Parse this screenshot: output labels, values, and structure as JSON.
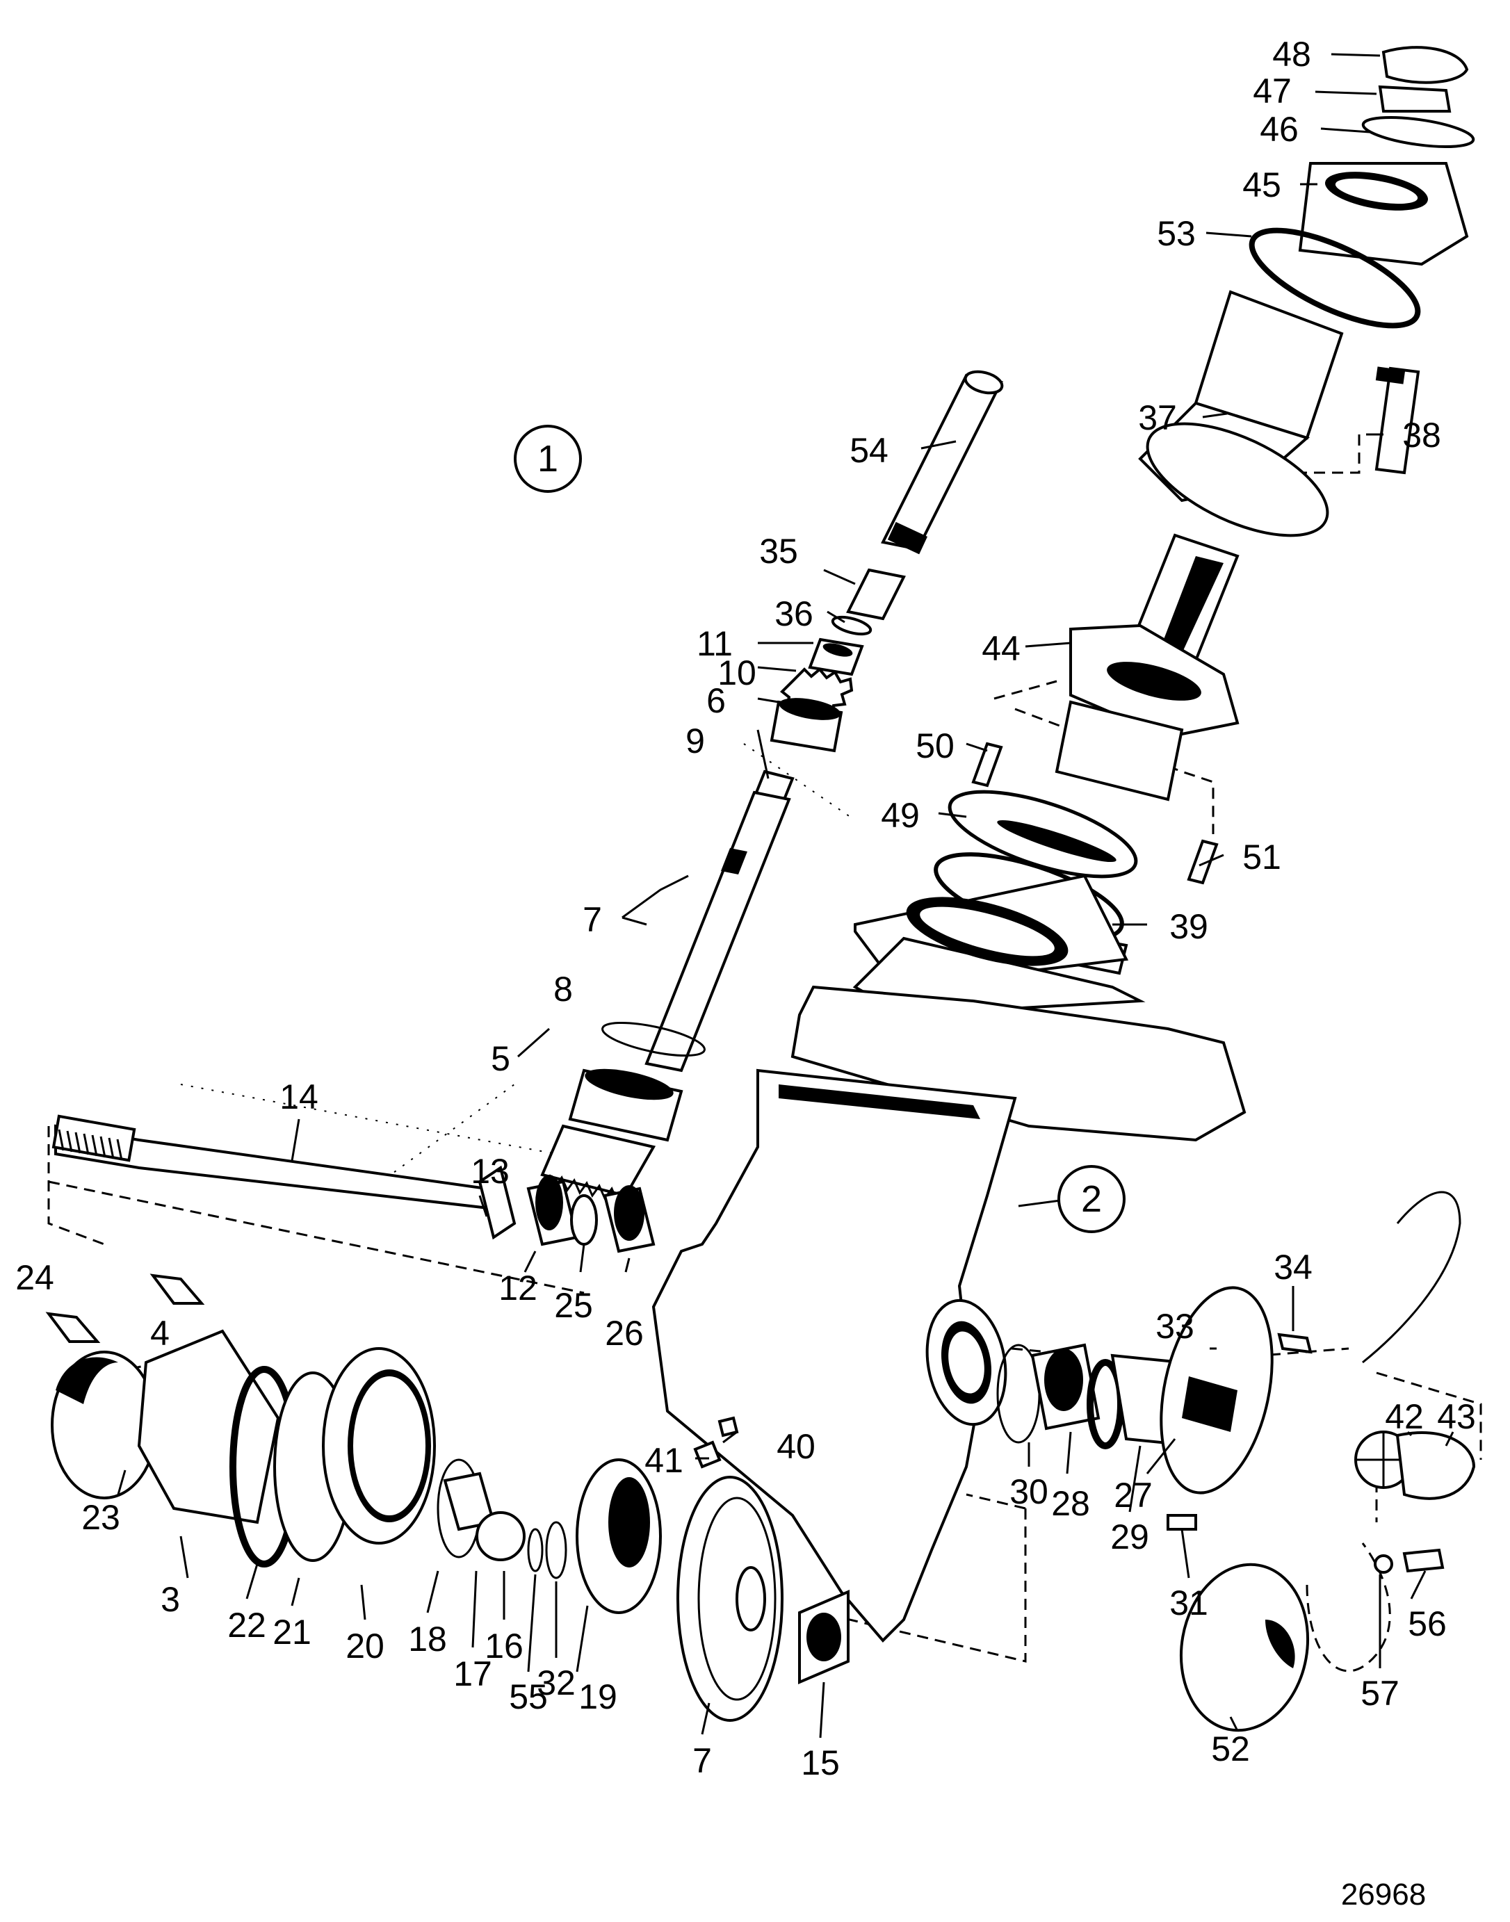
{
  "labels": [
    {
      "id": "48",
      "text": "48"
    },
    {
      "id": "47",
      "text": "47"
    },
    {
      "id": "46",
      "text": "46"
    },
    {
      "id": "45",
      "text": "45"
    },
    {
      "id": "53",
      "text": "53"
    },
    {
      "id": "37",
      "text": "37"
    },
    {
      "id": "38",
      "text": "38"
    },
    {
      "id": "54",
      "text": "54"
    },
    {
      "id": "35",
      "text": "35"
    },
    {
      "id": "36",
      "text": "36"
    },
    {
      "id": "11",
      "text": "11"
    },
    {
      "id": "10",
      "text": "10"
    },
    {
      "id": "6",
      "text": "6"
    },
    {
      "id": "9",
      "text": "9"
    },
    {
      "id": "44",
      "text": "44"
    },
    {
      "id": "50",
      "text": "50"
    },
    {
      "id": "49",
      "text": "49"
    },
    {
      "id": "51",
      "text": "51"
    },
    {
      "id": "39",
      "text": "39"
    },
    {
      "id": "7a",
      "text": "7"
    },
    {
      "id": "8",
      "text": "8"
    },
    {
      "id": "5",
      "text": "5"
    },
    {
      "id": "14",
      "text": "14"
    },
    {
      "id": "13",
      "text": "13"
    },
    {
      "id": "24",
      "text": "24"
    },
    {
      "id": "4",
      "text": "4"
    },
    {
      "id": "12",
      "text": "12"
    },
    {
      "id": "25",
      "text": "25"
    },
    {
      "id": "26",
      "text": "26"
    },
    {
      "id": "34",
      "text": "34"
    },
    {
      "id": "33",
      "text": "33"
    },
    {
      "id": "41",
      "text": "41"
    },
    {
      "id": "40",
      "text": "40"
    },
    {
      "id": "30",
      "text": "30"
    },
    {
      "id": "28",
      "text": "28"
    },
    {
      "id": "27",
      "text": "27"
    },
    {
      "id": "42",
      "text": "42"
    },
    {
      "id": "43",
      "text": "43"
    },
    {
      "id": "23",
      "text": "23"
    },
    {
      "id": "3",
      "text": "3"
    },
    {
      "id": "22",
      "text": "22"
    },
    {
      "id": "21",
      "text": "21"
    },
    {
      "id": "20",
      "text": "20"
    },
    {
      "id": "18",
      "text": "18"
    },
    {
      "id": "17",
      "text": "17"
    },
    {
      "id": "16",
      "text": "16"
    },
    {
      "id": "55",
      "text": "55"
    },
    {
      "id": "32",
      "text": "32"
    },
    {
      "id": "19",
      "text": "19"
    },
    {
      "id": "7b",
      "text": "7"
    },
    {
      "id": "15",
      "text": "15"
    },
    {
      "id": "29",
      "text": "29"
    },
    {
      "id": "31",
      "text": "31"
    },
    {
      "id": "56",
      "text": "56"
    },
    {
      "id": "57",
      "text": "57"
    },
    {
      "id": "52",
      "text": "52"
    }
  ],
  "circled_labels": [
    {
      "id": "c1",
      "text": "1"
    },
    {
      "id": "c2",
      "text": "2"
    }
  ],
  "figure_number": "26968"
}
